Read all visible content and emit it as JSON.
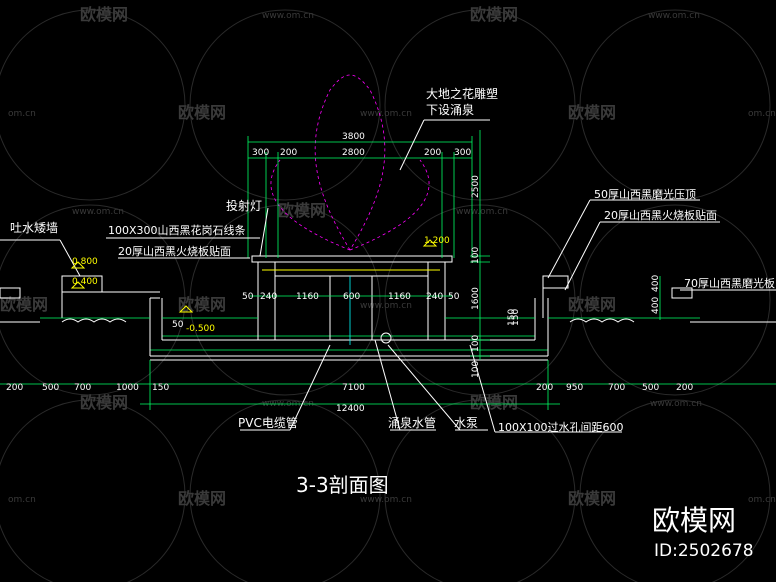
{
  "drawing": {
    "title": "3-3剖面图",
    "callouts": {
      "sculpture_line1": "大地之花雕塑",
      "sculpture_line2": "下设涌泉",
      "spotlight": "投射灯",
      "spit_wall": "吐水矮墙",
      "granite_line": "100X300山西黑花岗石线条",
      "fire_panel_left": "20厚山西黑火烧板贴面",
      "coping": "50厚山西黑磨光压顶",
      "fire_panel_right": "20厚山西黑火烧板贴面",
      "polished_right": "70厚山西黑磨光板",
      "pvc": "PVC电缆管",
      "fountain_pipe": "涌泉水管",
      "pump": "水泵",
      "drain_holes": "100X100过水孔间距600"
    },
    "elevations": {
      "e_0800": "0.800",
      "e_0400": "0.400",
      "e_1200": "1.200",
      "e_m0500": "-0.500"
    },
    "top_dims": {
      "overall": "3800",
      "inner": "2800",
      "l300": "300",
      "l200": "200",
      "r200": "200",
      "r300": "300"
    },
    "vertical_dims": {
      "v2500": "2500",
      "v100a": "100",
      "v1600": "1600",
      "v100b": "100",
      "v150": "150",
      "v100c": "100",
      "v400a": "400",
      "v400b": "400"
    },
    "inner_dims": {
      "d50l": "50",
      "d240l": "240",
      "d1160l": "1160",
      "d600": "600",
      "d1160r": "1160",
      "d240r": "240",
      "d50r": "50",
      "d50b": "50",
      "d150": "150"
    },
    "bottom_dims": {
      "b200l": "200",
      "b500l": "500",
      "b700l": "700",
      "b1000": "1000",
      "b150": "150",
      "b7100": "7100",
      "b200r": "200",
      "b950": "950",
      "b700r": "700",
      "b500r": "500",
      "b200rr": "200",
      "b12400": "12400"
    }
  },
  "watermark": {
    "brand": "欧模网",
    "url": "www.om.cn",
    "url_short": "om.cn"
  },
  "branding": {
    "logo_text": "欧模网",
    "id_text": "ID:2502678"
  }
}
